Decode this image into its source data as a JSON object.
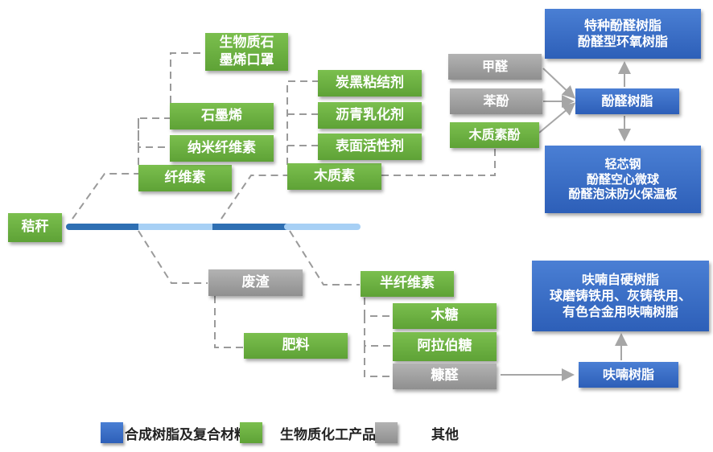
{
  "colors": {
    "synthetic_resin": "#3a6cc8",
    "biomass_chemical": "#6aae3f",
    "other": "#a0a0a0",
    "timeline_dark": "#2e6fb3",
    "timeline_light": "#a7d0f5",
    "connector": "#9a9a9a"
  },
  "root": {
    "label": "秸秆"
  },
  "cellulose_branch": {
    "cellulose": "纤维素",
    "graphene": "石墨烯",
    "graphene_mask_line1": "生物质石",
    "graphene_mask_line2": "墨烯口罩",
    "nanocellulose": "纳米纤维素"
  },
  "lignin_branch": {
    "lignin": "木质素",
    "carbon_black_binder": "炭黑粘结剂",
    "asphalt_emulsifier": "沥青乳化剂",
    "surfactant": "表面活性剂",
    "lignin_phenol": "木质素酚",
    "formaldehyde": "甲醛",
    "phenol": "苯酚",
    "phenolic_resin": "酚醛树脂",
    "special_resin_line1": "特种酚醛树脂",
    "special_resin_line2": "酚醛型环氧树脂",
    "products_line1": "轻芯钢",
    "products_line2": "酚醛空心微球",
    "products_line3": "酚醛泡沫防火保温板"
  },
  "residue_branch": {
    "residue": "废渣",
    "fertilizer": "肥料"
  },
  "hemicellulose_branch": {
    "hemicellulose": "半纤维素",
    "xylose": "木糖",
    "arabinose": "阿拉伯糖",
    "furfural": "糠醛",
    "furan_resin": "呋喃树脂",
    "furan_products_line1": "呋喃自硬树脂",
    "furan_products_line2": "球磨铸铁用、灰铸铁用、",
    "furan_products_line3": "有色合金用呋喃树脂"
  },
  "legend": [
    {
      "label": "合成树脂及复合材料",
      "color_key": "synthetic_resin"
    },
    {
      "label": "生物质化工产品",
      "color_key": "biomass_chemical"
    },
    {
      "label": "其他",
      "color_key": "other"
    }
  ]
}
